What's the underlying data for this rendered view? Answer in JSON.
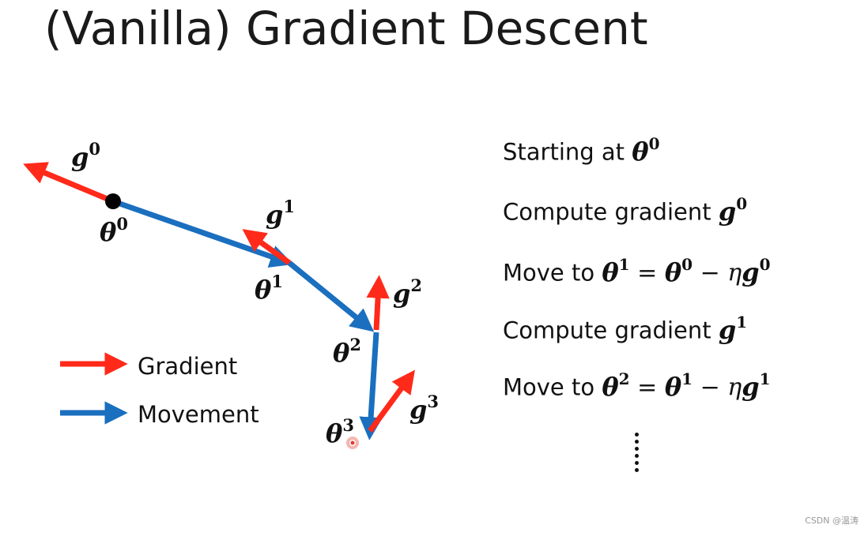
{
  "title": "(Vanilla) Gradient Descent",
  "colors": {
    "gradient": "#ff2a1a",
    "movement": "#1a6fbf",
    "point": "#000000",
    "cursor": "#e53935"
  },
  "diagram": {
    "points": [
      {
        "symbol": "θ",
        "index": "0"
      },
      {
        "symbol": "θ",
        "index": "1"
      },
      {
        "symbol": "θ",
        "index": "2"
      },
      {
        "symbol": "θ",
        "index": "3"
      }
    ],
    "gradients": [
      {
        "symbol": "g",
        "index": "0"
      },
      {
        "symbol": "g",
        "index": "1"
      },
      {
        "symbol": "g",
        "index": "2"
      },
      {
        "symbol": "g",
        "index": "3"
      }
    ]
  },
  "legend": {
    "gradient_label": "Gradient",
    "movement_label": "Movement"
  },
  "steps": {
    "s1": {
      "text": "Starting at ",
      "var": "θ",
      "sup": "0"
    },
    "s2": {
      "text": "Compute gradient ",
      "var": "g",
      "sup": "0"
    },
    "s3": {
      "text": "Move to ",
      "lhs": "θ",
      "lhs_sup": "1",
      "eq": " = ",
      "rhs": "θ",
      "rhs_sup": "0",
      "minus": " − ",
      "eta": "η",
      "g": "g",
      "g_sup": "0"
    },
    "s4": {
      "text": "Compute gradient ",
      "var": "g",
      "sup": "1"
    },
    "s5": {
      "text": "Move to ",
      "lhs": "θ",
      "lhs_sup": "2",
      "eq": " = ",
      "rhs": "θ",
      "rhs_sup": "1",
      "minus": " − ",
      "eta": "η",
      "g": "g",
      "g_sup": "1"
    }
  },
  "watermark": "CSDN @温涛"
}
